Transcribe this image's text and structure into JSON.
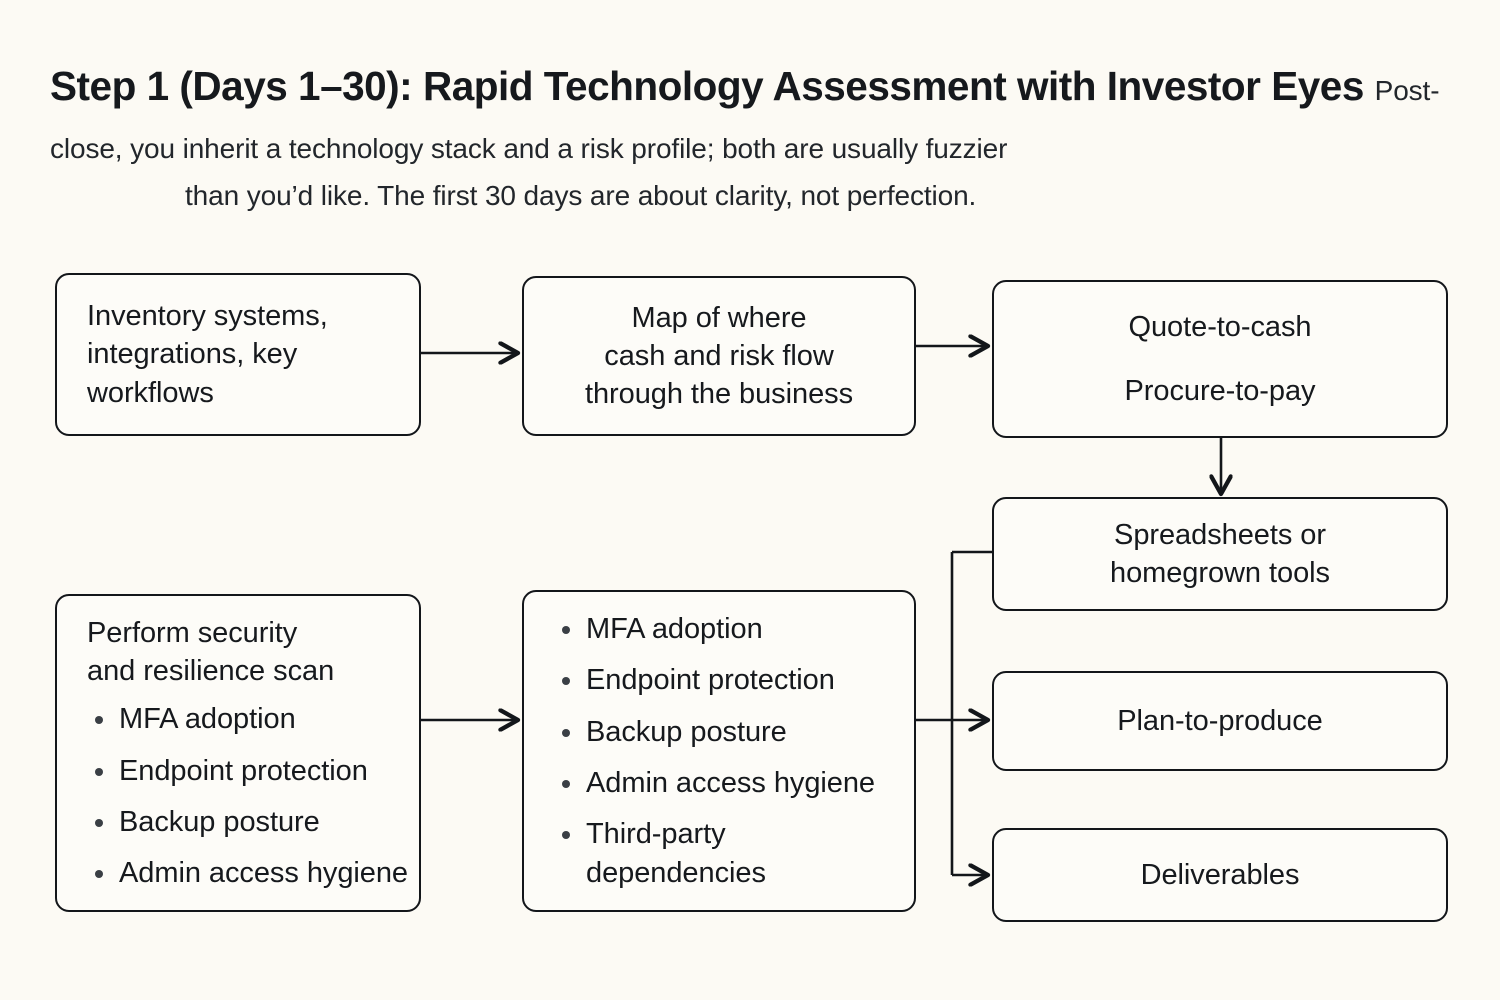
{
  "page": {
    "background_color": "#FCFAF4",
    "ink_color": "#16191D",
    "box_fill_color": "#FDFCF8"
  },
  "header": {
    "title": "Step 1 (Days 1–30): Rapid Technology Assessment with Investor Eyes",
    "title_line1": "Step 1 (Days 1–30): Rapid Technology Assessment with Investor",
    "title_line2": "Eyes",
    "subtitle": "Post-close, you inherit a technology stack and a risk profile; both are usually fuzzier than you’d like. The first 30 days are about clarity, not perfection.",
    "subtitle_line1": "Post-close, you inherit a technology stack and a risk profile; both are usually fuzzier",
    "subtitle_line2": "than you’d like. The first 30 days are about clarity, not perfection."
  },
  "diagram": {
    "type": "flowchart",
    "nodes": {
      "inventory": {
        "lines": [
          "Inventory systems,",
          "integrations, key",
          "workflows"
        ]
      },
      "map": {
        "lines": [
          "Map of where",
          "cash and risk flow",
          "through the business"
        ]
      },
      "quote": {
        "lines": [
          "Quote-to-cash",
          "Procure-to-pay"
        ]
      },
      "spreadsheets": {
        "lines": [
          "Spreadsheets or",
          "homegrown tools"
        ]
      },
      "plan": {
        "lines": [
          "Plan-to-produce"
        ]
      },
      "deliverables": {
        "lines": [
          "Deliverables"
        ]
      },
      "security_scan": {
        "heading_lines": [
          "Perform security",
          "and resilience scan"
        ],
        "bullets": [
          "MFA adoption",
          "Endpoint protection",
          "Backup posture",
          "Admin access hygiene"
        ]
      },
      "scan_detail": {
        "bullets": [
          "MFA adoption",
          "Endpoint protection",
          "Backup posture",
          "Admin access hygiene",
          "Third-party dependencies"
        ],
        "bullet_5_line1": "Third-party",
        "bullet_5_line2": "dependencies"
      }
    },
    "edges": [
      {
        "from": "inventory",
        "to": "map",
        "style": "arrow-right"
      },
      {
        "from": "map",
        "to": "quote",
        "style": "arrow-right"
      },
      {
        "from": "quote",
        "to": "spreadsheets",
        "style": "arrow-down"
      },
      {
        "from": "security_scan",
        "to": "scan_detail",
        "style": "arrow-right"
      },
      {
        "from": "scan_detail",
        "to": "spreadsheets",
        "style": "elbow-up"
      },
      {
        "from": "scan_detail",
        "to": "plan",
        "style": "arrow-right"
      },
      {
        "from": "scan_detail",
        "to": "deliverables",
        "style": "elbow-down"
      }
    ]
  }
}
